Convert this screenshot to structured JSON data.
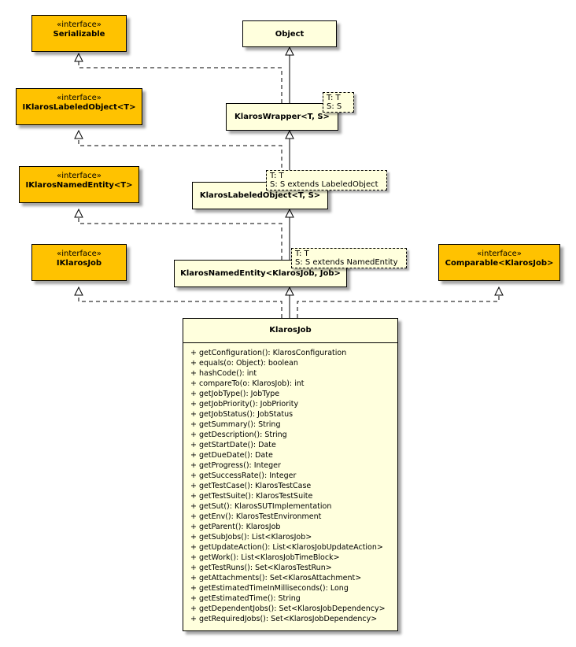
{
  "interfaces": [
    {
      "stereotype": "«interface»",
      "name": "Serializable"
    },
    {
      "stereotype": "«interface»",
      "name": "IKlarosLabeledObject<T>"
    },
    {
      "stereotype": "«interface»",
      "name": "IKlarosNamedEntity<T>"
    },
    {
      "stereotype": "«interface»",
      "name": "IKlarosJob"
    },
    {
      "stereotype": "«interface»",
      "name": "Comparable<KlarosJob>"
    }
  ],
  "classes": {
    "object": "Object",
    "wrapper": "KlarosWrapper<T, S>",
    "labeled": "KlarosLabeledObject<T, S>",
    "named": "KlarosNamedEntity<KlarosJob, Job>"
  },
  "type_params": {
    "wrapper": [
      "T: T",
      "S: S"
    ],
    "labeled": [
      "T: T",
      "S: S extends LabeledObject"
    ],
    "named": [
      "T: T",
      "S: S extends NamedEntity"
    ]
  },
  "klarosjob": {
    "name": "KlarosJob",
    "operations": [
      "+ getConfiguration(): KlarosConfiguration",
      "+ equals(o: Object): boolean",
      "+ hashCode(): int",
      "+ compareTo(o: KlarosJob): int",
      "+ getJobType(): JobType",
      "+ getJobPriority(): JobPriority",
      "+ getJobStatus(): JobStatus",
      "+ getSummary(): String",
      "+ getDescription(): String",
      "+ getStartDate(): Date",
      "+ getDueDate(): Date",
      "+ getProgress(): Integer",
      "+ getSuccessRate(): Integer",
      "+ getTestCase(): KlarosTestCase",
      "+ getTestSuite(): KlarosTestSuite",
      "+ getSut(): KlarosSUTImplementation",
      "+ getEnv(): KlarosTestEnvironment",
      "+ getParent(): KlarosJob",
      "+ getSubJobs(): List<KlarosJob>",
      "+ getUpdateAction(): List<KlarosJobUpdateAction>",
      "+ getWork(): List<KlarosJobTimeBlock>",
      "+ getTestRuns(): Set<KlarosTestRun>",
      "+ getAttachments(): Set<KlarosAttachment>",
      "+ getEstimatedTimeInMilliseconds(): Long",
      "+ getEstimatedTime(): String",
      "+ getDependentJobs(): Set<KlarosJobDependency>",
      "+ getRequiredJobs(): Set<KlarosJobDependency>"
    ]
  },
  "colors": {
    "interface_fill": "#ffc200",
    "class_fill": "#ffffdd",
    "line": "#000000"
  }
}
